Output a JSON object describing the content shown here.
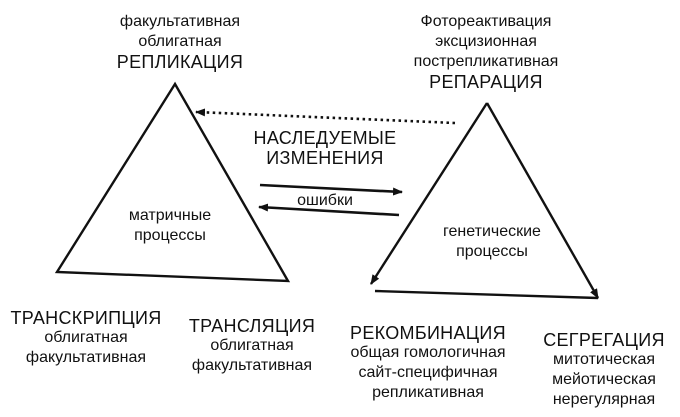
{
  "top_left": {
    "line1": "факультативная",
    "line2": "облигатная",
    "title": "РЕПЛИКАЦИЯ"
  },
  "top_right": {
    "line1": "Фотореактивация",
    "line2": "эксцизионная",
    "line3": "пострепликативная",
    "title": "РЕПАРАЦИЯ"
  },
  "middle": {
    "inherited_line1": "НАСЛЕДУЕМЫЕ",
    "inherited_line2": "ИЗМЕНЕНИЯ",
    "errors": "ошибки"
  },
  "left_triangle": {
    "line1": "матричные",
    "line2": "процессы"
  },
  "right_triangle": {
    "line1": "генетические",
    "line2": "процессы"
  },
  "bottom": {
    "transcription": {
      "title": "ТРАНСКРИПЦИЯ",
      "line1": "облигатная",
      "line2": "факультативная"
    },
    "translation": {
      "title": "ТРАНСЛЯЦИЯ",
      "line1": "облигатная",
      "line2": "факультативная"
    },
    "recombination": {
      "title": "РЕКОМБИНАЦИЯ",
      "line1": "общая гомологичная",
      "line2": "сайт-специфичная",
      "line3": "репликативная"
    },
    "segregation": {
      "title": "СЕГРЕГАЦИЯ",
      "line1": "митотическая",
      "line2": "мейотическая",
      "line3": "нерегулярная"
    }
  }
}
